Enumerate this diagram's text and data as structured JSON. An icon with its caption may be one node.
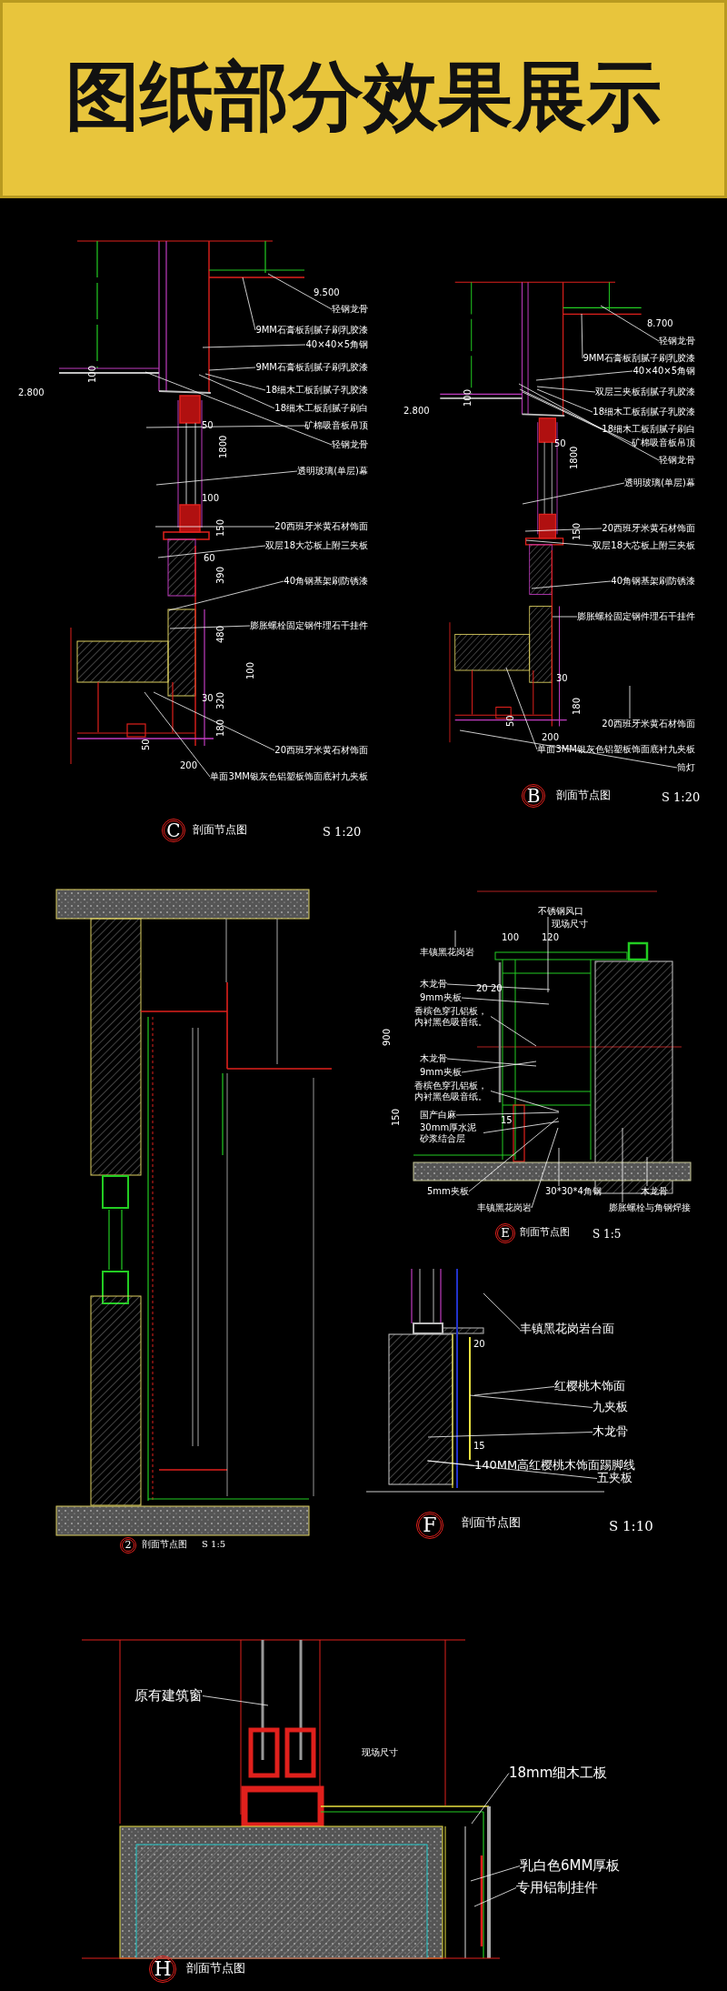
{
  "diagram": {
    "title": "图纸部分效果展示",
    "nodes": [
      {
        "text": [
          "轻钢龙骨"
        ]
      },
      {
        "text": [
          "9MM石膏板刮腻子刷乳胶漆"
        ]
      },
      {
        "text": [
          "40×40×5角钢"
        ]
      },
      {
        "text": [
          "9MM石膏板刮腻子刷乳胶漆"
        ]
      },
      {
        "text": [
          "18细木工板刮腻子乳胶漆"
        ]
      },
      {
        "text": [
          "18细木工板刮腻子刷白"
        ]
      },
      {
        "text": [
          "矿棉吸音板吊顶"
        ]
      },
      {
        "text": [
          "轻钢龙骨"
        ]
      },
      {
        "text": [
          "透明玻璃(单层)幕"
        ]
      },
      {
        "text": [
          "20西班牙米黄石材饰面"
        ]
      },
      {
        "text": [
          "双层18大芯板上附三夹板"
        ]
      },
      {
        "text": [
          "40角钢基架刷防锈漆"
        ]
      },
      {
        "text": [
          "膨胀螺栓固定钢件理石干挂件"
        ]
      },
      {
        "text": [
          "20西班牙米黄石材饰面"
        ]
      },
      {
        "text": [
          "单面3MM银灰色铝塑板饰面底衬九夹板"
        ]
      },
      {
        "text": [
          "C"
        ],
        "beside": [
          "剖面节点图"
        ]
      },
      {
        "text": [
          "轻钢龙骨"
        ]
      },
      {
        "text": [
          "9MM石膏板刮腻子刷乳胶漆"
        ]
      },
      {
        "text": [
          "40×40×5角钢"
        ]
      },
      {
        "text": [
          "双层三夹板刮腻子乳胶漆"
        ]
      },
      {
        "text": [
          "18细木工板刮腻子乳胶漆"
        ]
      },
      {
        "text": [
          "18细木工板刮腻子刷白"
        ]
      },
      {
        "text": [
          "矿棉吸音板吊顶"
        ]
      },
      {
        "text": [
          "轻钢龙骨"
        ]
      },
      {
        "text": [
          "透明玻璃(单层)幕"
        ]
      },
      {
        "text": [
          "20西班牙米黄石材饰面"
        ]
      },
      {
        "text": [
          "双层18大芯板上附三夹板"
        ]
      },
      {
        "text": [
          "40角钢基架刷防锈漆"
        ]
      },
      {
        "text": [
          "膨胀螺栓固定钢件理石干挂件"
        ]
      },
      {
        "text": [
          "20西班牙米黄石材饰面"
        ]
      },
      {
        "text": [
          "单面3MM银灰色铝塑板饰面底衬九夹板"
        ]
      },
      {
        "text": [
          "筒灯"
        ]
      },
      {
        "text": [
          "B"
        ],
        "beside": [
          "剖面节点图"
        ]
      },
      {
        "text": [
          "2"
        ],
        "beside": [
          "剖面节点图"
        ]
      },
      {
        "text": [
          "不锈钢风口"
        ]
      },
      {
        "text": [
          "丰镇黑花岗岩"
        ]
      },
      {
        "text": [
          "木龙骨"
        ]
      },
      {
        "text": [
          "9mm夹板"
        ]
      },
      {
        "text": [
          "香槟色穿孔铝板，内衬黑色吸音纸。"
        ]
      },
      {
        "text": [
          "木龙骨"
        ]
      },
      {
        "text": [
          "9mm夹板"
        ]
      },
      {
        "text": [
          "香槟色穿孔铝板，内衬黑色吸音纸。"
        ]
      },
      {
        "text": [
          "国产白麻"
        ]
      },
      {
        "text": [
          "30mm厚水泥砂浆结合层"
        ]
      },
      {
        "text": [
          "5mm夹板"
        ]
      },
      {
        "text": [
          "丰镇黑花岗岩"
        ]
      },
      {
        "text": [
          "30*30*4角钢"
        ]
      },
      {
        "text": [
          "膨胀螺栓与角钢焊接"
        ]
      },
      {
        "text": [
          "木龙骨"
        ]
      },
      {
        "text": [
          "E"
        ],
        "beside": [
          "剖面节点图"
        ]
      },
      {
        "text": [
          "丰镇黑花岗岩台面"
        ]
      },
      {
        "text": [
          "红樱桃木饰面"
        ]
      },
      {
        "text": [
          "九夹板"
        ]
      },
      {
        "text": [
          "木龙骨"
        ]
      },
      {
        "text": [
          "140MM高红樱桃木饰面踢脚线"
        ]
      },
      {
        "text": [
          "五夹板"
        ]
      },
      {
        "text": [
          "F"
        ],
        "beside": [
          "剖面节点图"
        ]
      },
      {
        "text": [
          "原有建筑窗"
        ]
      },
      {
        "text": [
          "18mm细木工板"
        ]
      },
      {
        "text": [
          "乳白色6MM厚板"
        ]
      },
      {
        "text": [
          "专用铝制挂件"
        ]
      },
      {
        "text": [
          "H"
        ],
        "beside": [
          "剖面节点图"
        ]
      }
    ],
    "edges": [
      {
        "from": 0,
        "to": null,
        "arrow": "none"
      },
      {
        "from": 1,
        "to": null,
        "arrow": "none"
      },
      {
        "from": 2,
        "to": null,
        "arrow": "none"
      },
      {
        "from": 3,
        "to": null,
        "arrow": "none"
      },
      {
        "from": 4,
        "to": null,
        "arrow": "none"
      },
      {
        "from": 5,
        "to": null,
        "arrow": "none"
      },
      {
        "from": 6,
        "to": null,
        "arrow": "none"
      },
      {
        "from": 7,
        "to": null,
        "arrow": "none"
      },
      {
        "from": 8,
        "to": null,
        "arrow": "none"
      },
      {
        "from": 9,
        "to": null,
        "arrow": "none"
      },
      {
        "from": 10,
        "to": null,
        "arrow": "none"
      },
      {
        "from": 11,
        "to": null,
        "arrow": "none"
      },
      {
        "from": 12,
        "to": null,
        "arrow": "none"
      },
      {
        "from": 13,
        "to": null,
        "arrow": "none"
      },
      {
        "from": 14,
        "to": null,
        "arrow": "none"
      },
      {
        "from": 16,
        "to": null,
        "arrow": "none"
      },
      {
        "from": 17,
        "to": null,
        "arrow": "none"
      },
      {
        "from": 18,
        "to": null,
        "arrow": "none"
      },
      {
        "from": 19,
        "to": null,
        "arrow": "none"
      },
      {
        "from": 20,
        "to": null,
        "arrow": "none"
      },
      {
        "from": 21,
        "to": null,
        "arrow": "none"
      },
      {
        "from": 22,
        "to": null,
        "arrow": "none"
      },
      {
        "from": 23,
        "to": null,
        "arrow": "none"
      },
      {
        "from": 24,
        "to": null,
        "arrow": "none"
      },
      {
        "from": 25,
        "to": null,
        "arrow": "none"
      },
      {
        "from": 26,
        "to": null,
        "arrow": "none"
      },
      {
        "from": 27,
        "to": null,
        "arrow": "none"
      },
      {
        "from": 28,
        "to": null,
        "arrow": "none"
      },
      {
        "from": 29,
        "to": null,
        "arrow": "none"
      },
      {
        "from": 30,
        "to": null,
        "arrow": "none"
      },
      {
        "from": 31,
        "to": null,
        "arrow": "none"
      },
      {
        "from": 34,
        "to": null,
        "arrow": "none"
      },
      {
        "from": 35,
        "to": null,
        "arrow": "none"
      },
      {
        "from": 36,
        "to": null,
        "arrow": "none"
      },
      {
        "from": 37,
        "to": null,
        "arrow": "none"
      },
      {
        "from": 38,
        "to": null,
        "arrow": "none"
      },
      {
        "from": 39,
        "to": null,
        "arrow": "none"
      },
      {
        "from": 40,
        "to": null,
        "arrow": "none"
      },
      {
        "from": 41,
        "to": null,
        "arrow": "none"
      },
      {
        "from": 42,
        "to": null,
        "arrow": "none"
      },
      {
        "from": 43,
        "to": null,
        "arrow": "none"
      },
      {
        "from": 44,
        "to": null,
        "arrow": "none"
      },
      {
        "from": 45,
        "to": null,
        "arrow": "none"
      },
      {
        "from": 46,
        "to": null,
        "arrow": "none"
      },
      {
        "from": 47,
        "to": null,
        "arrow": "none"
      },
      {
        "from": 48,
        "to": null,
        "arrow": "none"
      },
      {
        "from": 50,
        "to": null,
        "arrow": "none"
      },
      {
        "from": 51,
        "to": null,
        "arrow": "none"
      },
      {
        "from": 52,
        "to": null,
        "arrow": "none"
      },
      {
        "from": 53,
        "to": null,
        "arrow": "none"
      },
      {
        "from": 54,
        "to": null,
        "arrow": "none"
      },
      {
        "from": 55,
        "to": null,
        "arrow": "none"
      },
      {
        "from": 57,
        "to": null,
        "arrow": "none"
      },
      {
        "from": 58,
        "to": null,
        "arrow": "none"
      },
      {
        "from": 59,
        "to": null,
        "arrow": "none"
      },
      {
        "from": 60,
        "to": null,
        "arrow": "none"
      }
    ],
    "labels": [
      "9.500",
      "2.800",
      "100",
      "50",
      "1800",
      "100",
      "150",
      "60",
      "390",
      "480",
      "100",
      "30",
      "320",
      "180",
      "50",
      "200",
      "S 1:20",
      "8.700",
      "2.800",
      "100",
      "50",
      "1800",
      "150",
      "30",
      "180",
      "50",
      "200",
      "S 1:20",
      "S 1:5",
      "现场尺寸",
      "100",
      "120",
      "20",
      "20",
      "900",
      "150",
      "15",
      "S 1:5",
      "20",
      "15",
      "S 1:10",
      "现场尺寸"
    ]
  }
}
